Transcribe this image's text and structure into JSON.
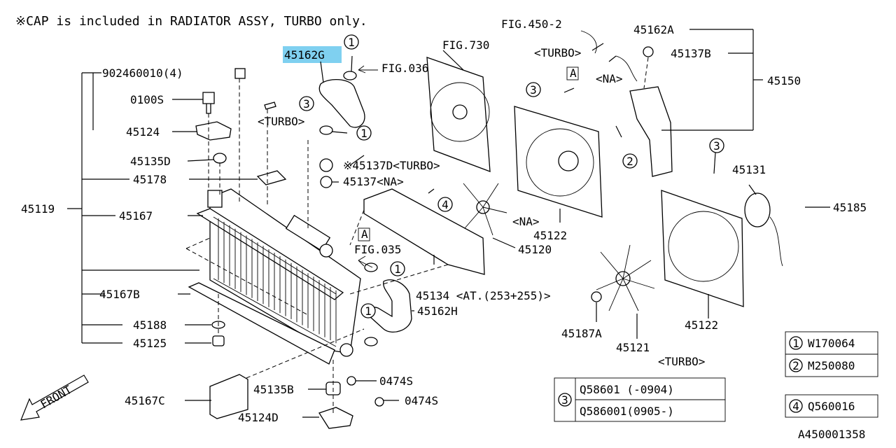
{
  "note": "※CAP is included in RADIATOR ASSY, TURBO only.",
  "callouts": {
    "p45162G": "45162G",
    "fig036": "FIG.036",
    "fig730": "FIG.730",
    "fig450_2": "FIG.450-2",
    "p45162A": "45162A",
    "turbo_top": "<TURBO>",
    "p45137B": "45137B",
    "markA_top": "A",
    "na_top": "<NA>",
    "p45150": "45150",
    "p902460010": "902460010(4)",
    "p0100S": "0100S",
    "turbo_hose": "<TURBO>",
    "p45124": "45124",
    "p45135D": "45135D",
    "p45137D": "※45137D<TURBO>",
    "p45137": "45137<NA>",
    "p45178": "45178",
    "p45131": "45131",
    "p45185": "45185",
    "p45119": "45119",
    "p45167": "45167",
    "na_fan": "<NA>",
    "p45122_na": "45122",
    "p45120": "45120",
    "markA_mid": "A",
    "fig035": "FIG.035",
    "p45134": "45134 <AT.(253+255)>",
    "p45167B": "45167B",
    "p45162H": "45162H",
    "p45122_turbo": "45122",
    "p45188": "45188",
    "p45125": "45125",
    "p45187A": "45187A",
    "p45121": "45121",
    "turbo_fan": "<TURBO>",
    "front": "FRONT",
    "p0474S_1": "0474S",
    "p0474S_2": "0474S",
    "p45135B": "45135B",
    "p45167C": "45167C",
    "p45124D": "45124D",
    "diagram_id": "A450001358"
  },
  "circle_markers": [
    "1",
    "1",
    "1",
    "1",
    "2",
    "3",
    "3",
    "3",
    "4"
  ],
  "legend": [
    {
      "num": "1",
      "code": "W170064"
    },
    {
      "num": "2",
      "code": "M250080"
    },
    {
      "num": "3",
      "code": "Q58601 (-0904)",
      "code2": "Q586001(0905-)"
    },
    {
      "num": "4",
      "code": "Q560016"
    }
  ],
  "highlight_color": "#7fd0f0"
}
